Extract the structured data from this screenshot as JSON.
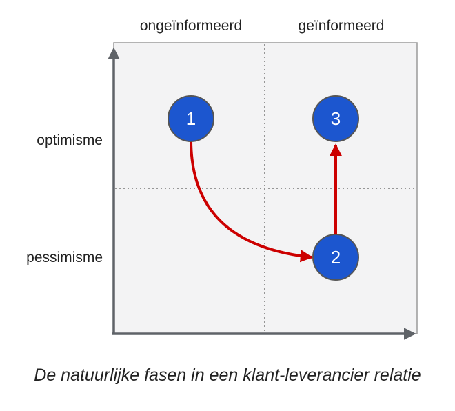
{
  "columns": {
    "left": "ongeïnformeerd",
    "right": "geïnformeerd"
  },
  "rows": {
    "top": "optimisme",
    "bottom": "pessimisme"
  },
  "nodes": [
    {
      "label": "1"
    },
    {
      "label": "2"
    },
    {
      "label": "3"
    }
  ],
  "caption": "De natuurlijke fasen in een klant-leverancier relatie",
  "colors": {
    "panel": "#f3f3f4",
    "panel_border": "#9a9a9a",
    "axis": "#5f6368",
    "node_fill": "#1c56cf",
    "node_stroke": "#555555",
    "node_text": "#ffffff",
    "arrow": "#cc0000",
    "grid_dots": "#777777"
  }
}
